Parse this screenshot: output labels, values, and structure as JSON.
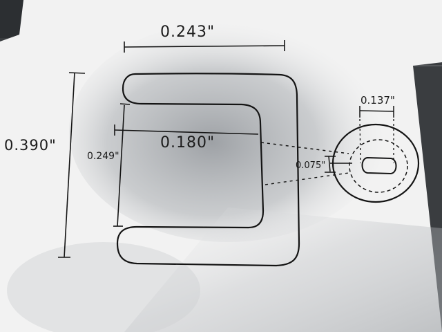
{
  "drawing": {
    "dimensions": {
      "overall_width": "0.243\"",
      "overall_height": "0.390\"",
      "slot_depth": "0.180\"",
      "slot_height": "0.249\"",
      "thickness": "0.075\"",
      "hole_width": "0.137\""
    }
  },
  "colors": {
    "paper": "#f4f4f4",
    "ink": "#141414",
    "shadow": "#9a9ea3",
    "background": "#2e3134"
  }
}
